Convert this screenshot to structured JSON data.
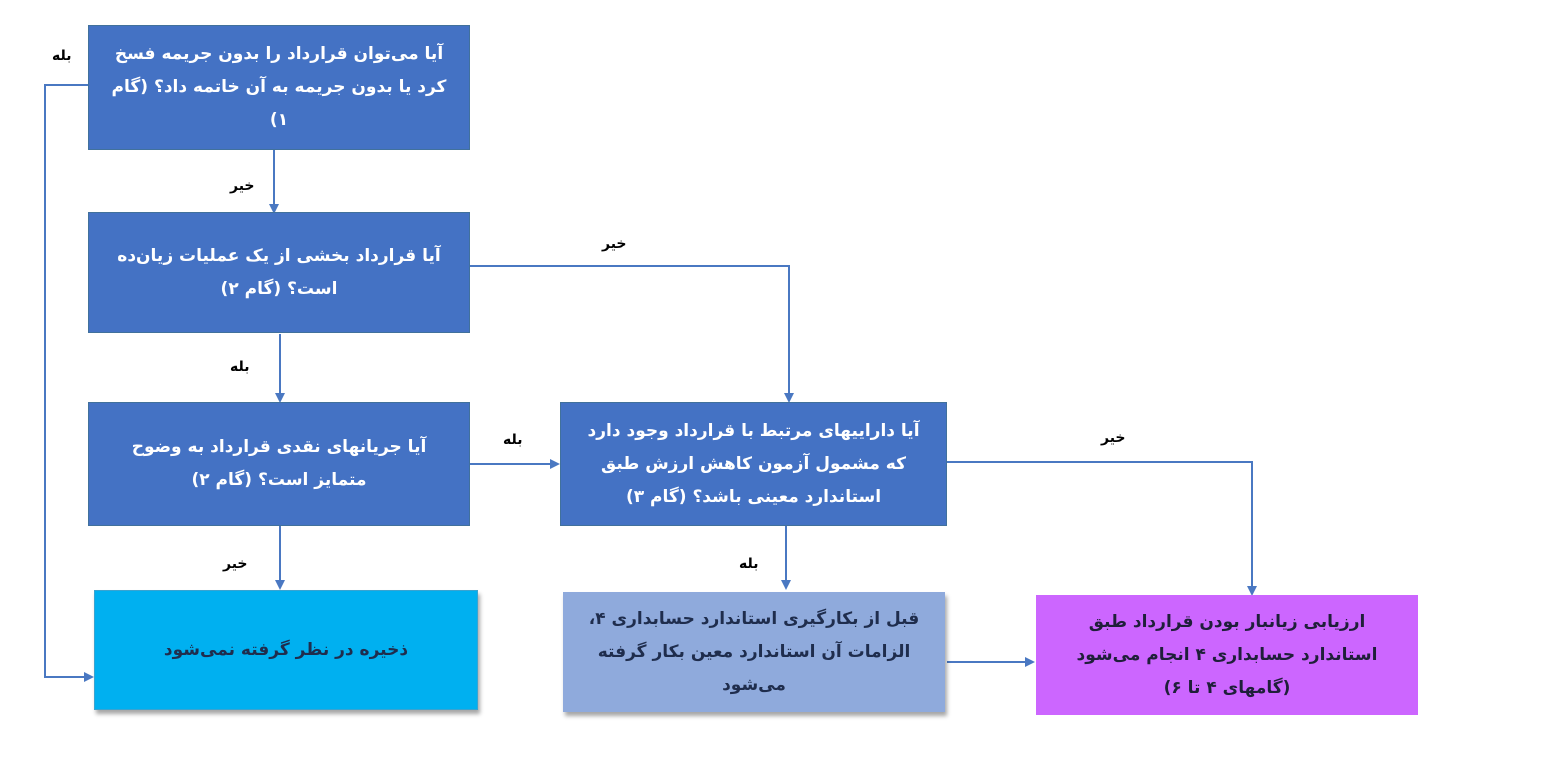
{
  "nodes": {
    "q1": "آیا می‌توان قرارداد را بدون جریمه فسخ کرد یا بدون جریمه به آن خاتمه داد؟ (گام ۱)",
    "q2": "آیا قرارداد بخشی از یک عملیات زیان‌ده است؟ (گام ۲)",
    "q3": "آیا جریانهای نقدی قرارداد به وضوح متمایز است؟ (گام ۲)",
    "q4": "آیا داراییهای مرتبط با قرارداد وجود دارد که مشمول آزمون کاهش ارزش طبق استاندارد معینی باشد؟ (گام ۳)",
    "r_no_provision": "ذخیره در نظر گرفته نمی‌شود",
    "r_other_standard": "قبل از بکارگیری استاندارد حسابداری ۴، الزامات آن استاندارد معین بکار گرفته می‌شود",
    "r_onerous": "ارزیابی زیانبار بودن قرارداد طبق استاندارد حسابداری ۴ انجام می‌شود (گامهای ۴ تا ۶)"
  },
  "edge_labels": {
    "q1_yes": "بله",
    "q1_no": "خیر",
    "q2_no": "خیر",
    "q2_yes": "بله",
    "q3_yes": "بله",
    "q3_no": "خیر",
    "q4_no": "خیر",
    "q4_yes": "بله"
  },
  "colors": {
    "question": "#4472c4",
    "no_provision": "#00b0f0",
    "other_standard": "#8faadc",
    "onerous": "#cc66ff",
    "connector": "#4a78c2"
  }
}
